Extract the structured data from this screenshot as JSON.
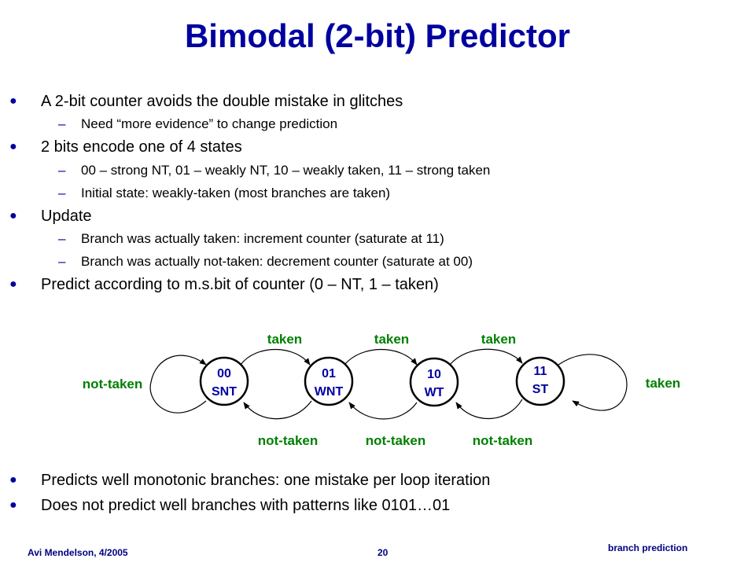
{
  "title": "Bimodal (2-bit) Predictor",
  "bullets": [
    {
      "text": "A 2-bit counter avoids the double mistake in glitches",
      "subs": [
        "Need “more evidence” to change prediction"
      ]
    },
    {
      "text": "2 bits encode one of 4 states",
      "subs": [
        "00 – strong NT, 01 – weakly NT, 10 – weakly taken, 11 – strong taken",
        "Initial state: weakly-taken (most branches are taken)"
      ]
    },
    {
      "text": "Update",
      "subs": [
        "Branch was actually taken: increment counter (saturate at 11)",
        "Branch was actually not-taken: decrement counter (saturate at 00)"
      ]
    },
    {
      "text": "Predict according to m.s.bit of counter (0 – NT, 1 – taken)",
      "subs": []
    }
  ],
  "diagram": {
    "states": [
      {
        "code": "00",
        "name": "SNT"
      },
      {
        "code": "01",
        "name": "WNT"
      },
      {
        "code": "10",
        "name": "WT"
      },
      {
        "code": "11",
        "name": "ST"
      }
    ],
    "top_labels": [
      "taken",
      "taken",
      "taken"
    ],
    "bottom_labels": [
      "not-taken",
      "not-taken",
      "not-taken"
    ],
    "left_self_label": "not-taken",
    "right_self_label": "taken",
    "colors": {
      "state_text": "#0000a0",
      "edge_label": "#008000"
    }
  },
  "bottom_bullets": [
    "Predicts well monotonic branches: one mistake per loop iteration",
    "Does not predict well branches with patterns like 0101…01"
  ],
  "footer": {
    "left": "Avi Mendelson, 4/2005",
    "page": "20",
    "right": "branch prediction"
  },
  "colors": {
    "title": "#0000a0",
    "bullet": "#0000a0",
    "footer": "#000080"
  }
}
